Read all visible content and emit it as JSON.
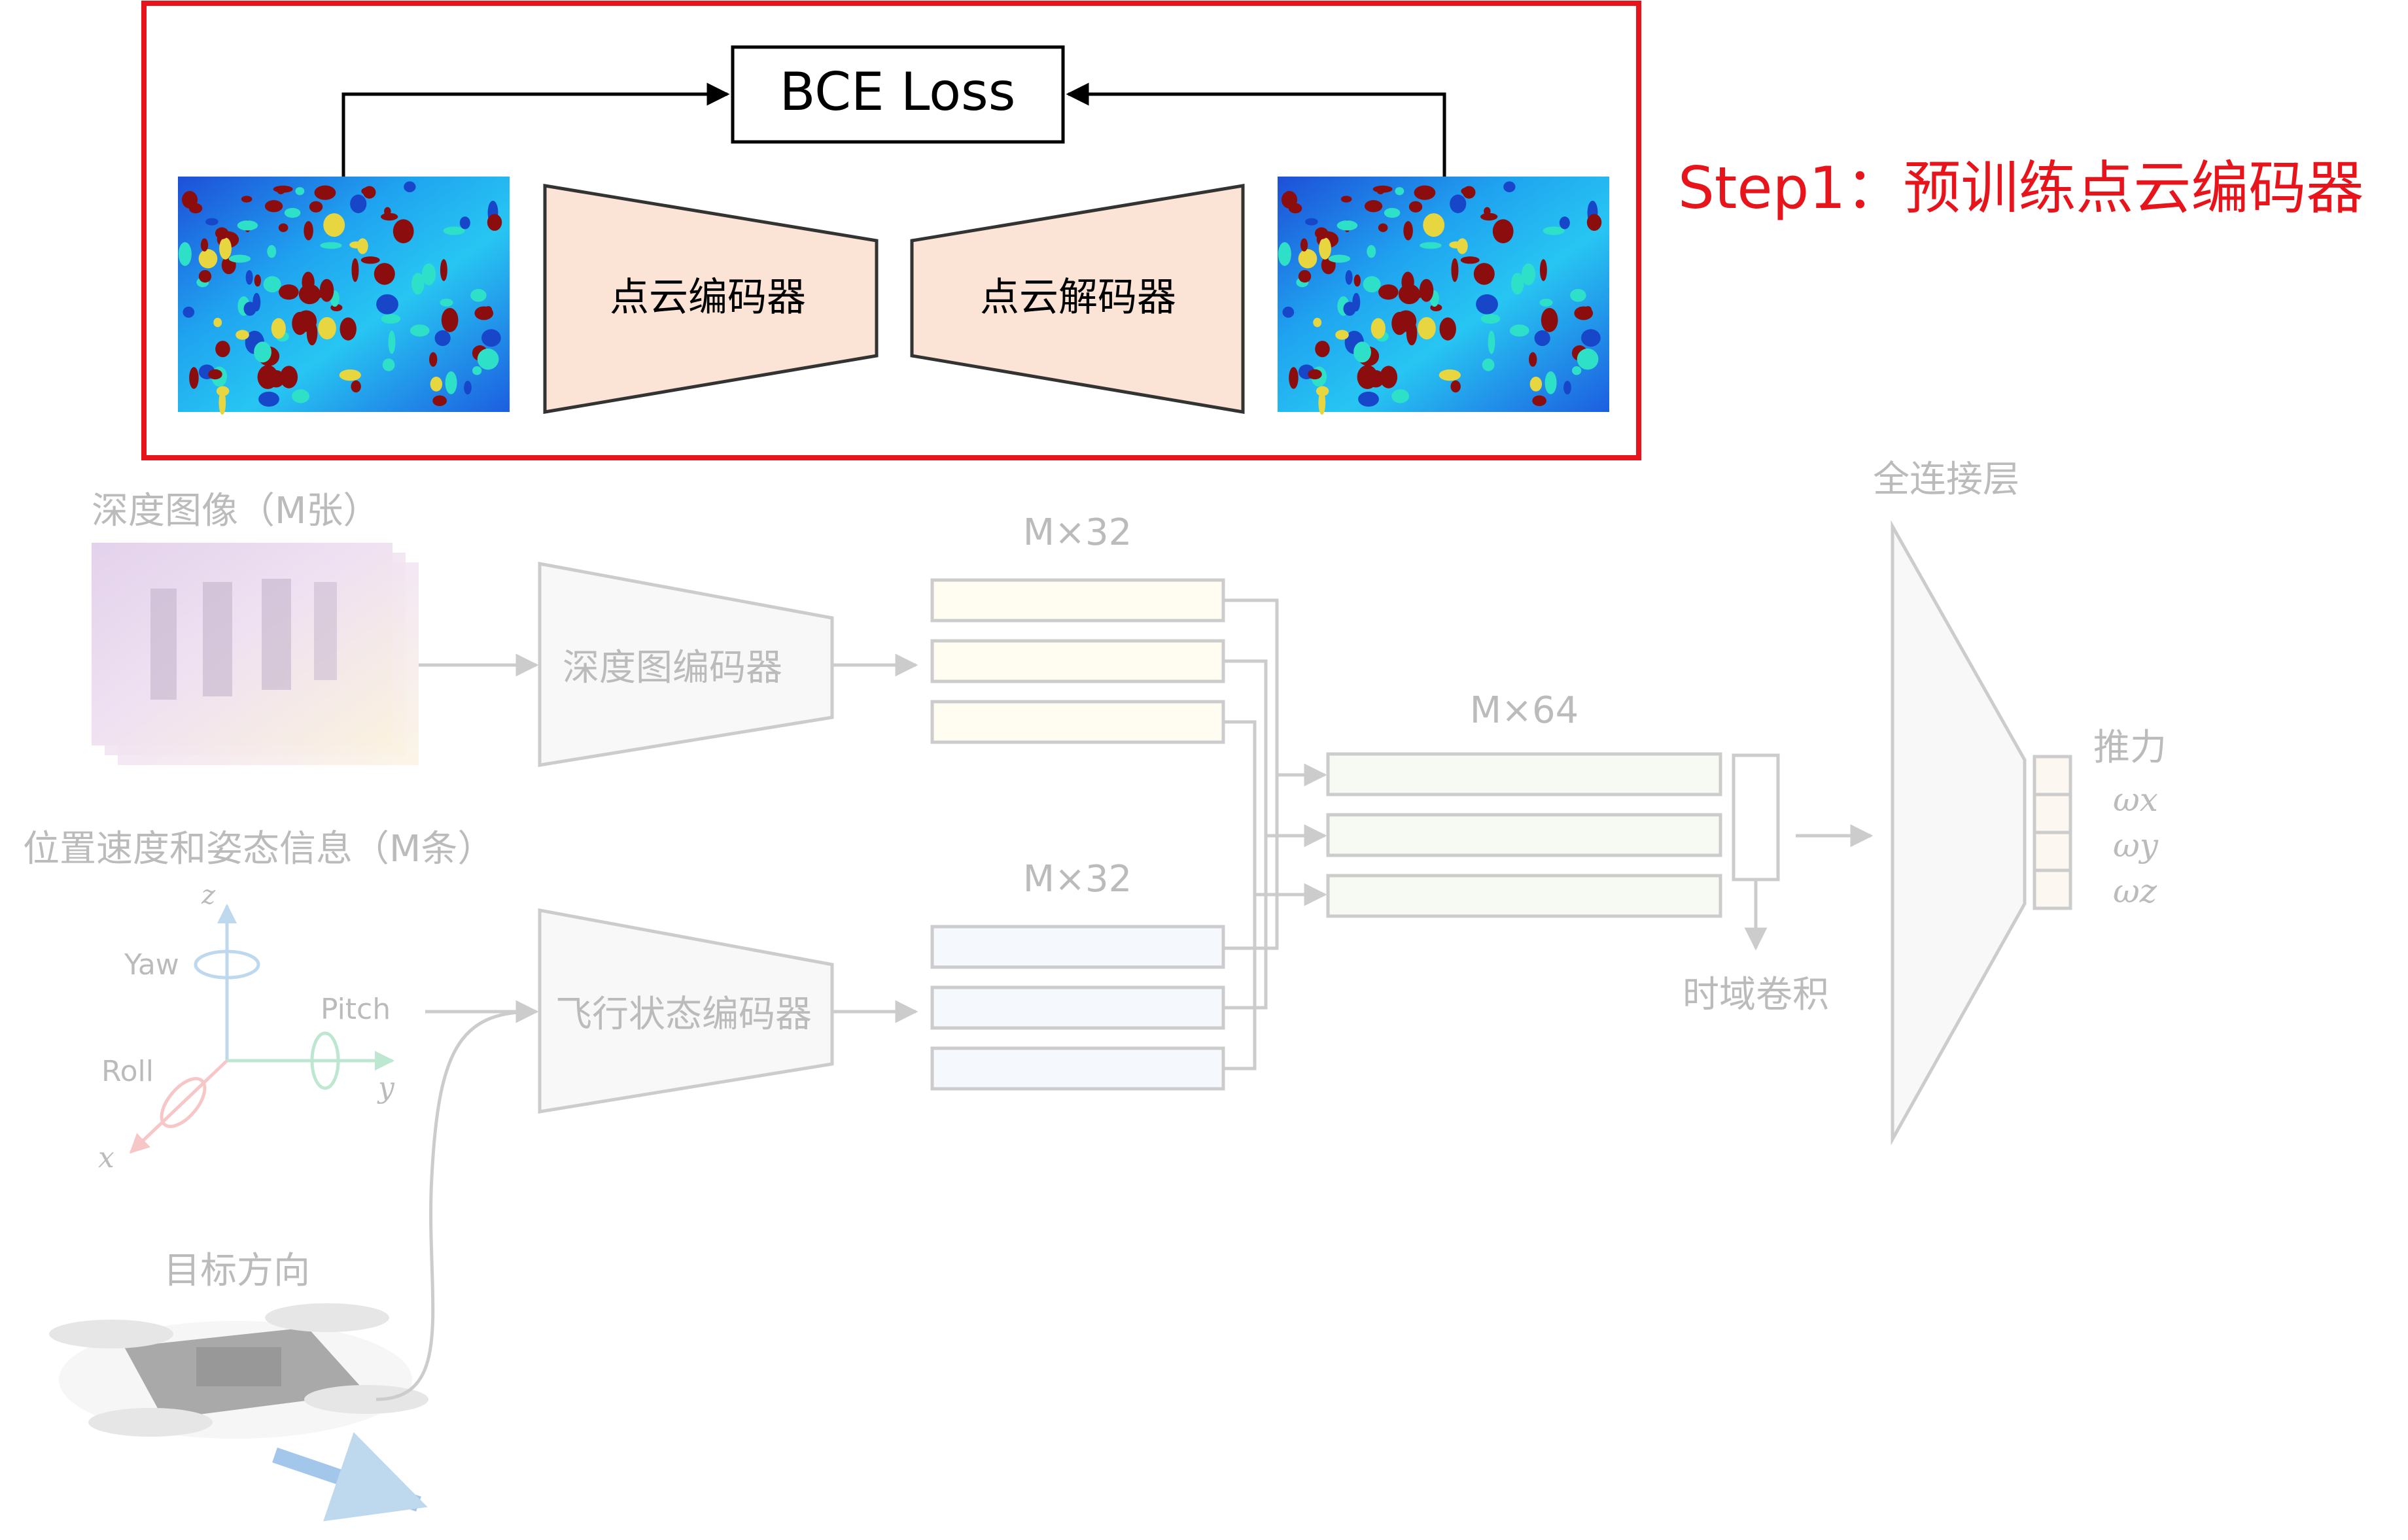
{
  "step1": {
    "loss_label": "BCE Loss",
    "encoder_label": "点云编码器",
    "decoder_label": "点云解码器",
    "step_title": "Step1：预训练点云编码器"
  },
  "inputs": {
    "depth_images_label": "深度图像（M张）",
    "state_label": "位置速度和姿态信息（M条）",
    "target_direction_label": "目标方向"
  },
  "axes": {
    "z": "z",
    "y": "y",
    "x": "x",
    "yaw": "Yaw",
    "pitch": "Pitch",
    "roll": "Roll"
  },
  "encoders": {
    "depth_encoder_label": "深度图编码器",
    "flight_encoder_label": "飞行状态编码器"
  },
  "features": {
    "depth_dim": "M×32",
    "state_dim": "M×32",
    "concat_dim": "M×64"
  },
  "temporal_conv_label": "时域卷积",
  "fc_label": "全连接层",
  "outputs": {
    "thrust": "推力",
    "omega_x": "ωx",
    "omega_y": "ωy",
    "omega_z": "ωz"
  },
  "colors": {
    "highlight_red": "#e8141c",
    "trapezoid_fill": "#fbe3d5",
    "faded_gray": "#9a9a9a",
    "depth_feature_fill": "#fffae6",
    "state_feature_fill": "#edf3fb",
    "concat_feature_fill": "#eef6e6",
    "output_fill": "#fdf0e6"
  }
}
